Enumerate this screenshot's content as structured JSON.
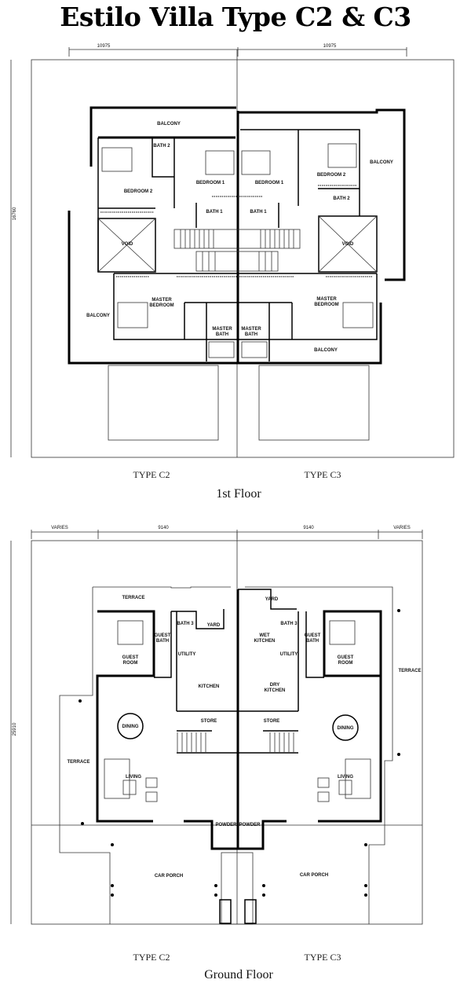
{
  "title": "Estilo Villa Type C2 & C3",
  "first_floor": {
    "caption": "1st Floor",
    "type_left": "TYPE C2",
    "type_right": "TYPE C3",
    "dims": {
      "width_left": "10975",
      "width_right": "10975",
      "depth": "16760"
    },
    "rooms": {
      "balcony_top": "BALCONY",
      "bath2_left": "BATH 2",
      "bedroom2_left": "BEDROOM 2",
      "bedroom1_left": "BEDROOM 1",
      "bedroom1_right": "BEDROOM 1",
      "bedroom2_right": "BEDROOM 2",
      "balcony_right": "BALCONY",
      "bath2_right": "BATH 2",
      "bath1_left": "BATH 1",
      "bath1_right": "BATH 1",
      "void_left": "VOID",
      "void_right": "VOID",
      "master_bedroom_left_1": "MASTER",
      "master_bedroom_left_2": "BEDROOM",
      "master_bedroom_right_1": "MASTER",
      "master_bedroom_right_2": "BEDROOM",
      "balcony_left": "BALCONY",
      "master_bath_left_1": "MASTER",
      "master_bath_left_2": "BATH",
      "master_bath_right_1": "MASTER",
      "master_bath_right_2": "BATH",
      "balcony_bottom": "BALCONY"
    }
  },
  "ground_floor": {
    "caption": "Ground Floor",
    "type_left": "TYPE C2",
    "type_right": "TYPE C3",
    "dims": {
      "varies_left": "VARIES",
      "width_left": "9140",
      "width_right": "9140",
      "varies_right": "VARIES",
      "depth": "25910"
    },
    "rooms": {
      "terrace_top": "TERRACE",
      "guest_bath_left_1": "GUEST",
      "guest_bath_left_2": "BATH",
      "bath3_left": "BATH 3",
      "yard_left": "YARD",
      "yard_right": "YARD",
      "wet_kitchen_1": "WET",
      "wet_kitchen_2": "KITCHEN",
      "bath3_right": "BATH 3",
      "guest_bath_right_1": "GUEST",
      "guest_bath_right_2": "BATH",
      "utility_left": "UTILITY",
      "utility_right": "UTILITY",
      "guest_room_left_1": "GUEST",
      "guest_room_left_2": "ROOM",
      "guest_room_right_1": "GUEST",
      "guest_room_right_2": "ROOM",
      "terrace_right": "TERRACE",
      "kitchen": "KITCHEN",
      "dry_kitchen_1": "DRY",
      "dry_kitchen_2": "KITCHEN",
      "dining_left": "DINING",
      "dining_right": "DINING",
      "store_left": "STORE",
      "store_right": "STORE",
      "terrace_left": "TERRACE",
      "living_left": "LIVING",
      "living_right": "LIVING",
      "powder_left": "POWDER",
      "powder_right": "POWDER",
      "car_porch_left": "CAR PORCH",
      "car_porch_right": "CAR PORCH"
    }
  }
}
